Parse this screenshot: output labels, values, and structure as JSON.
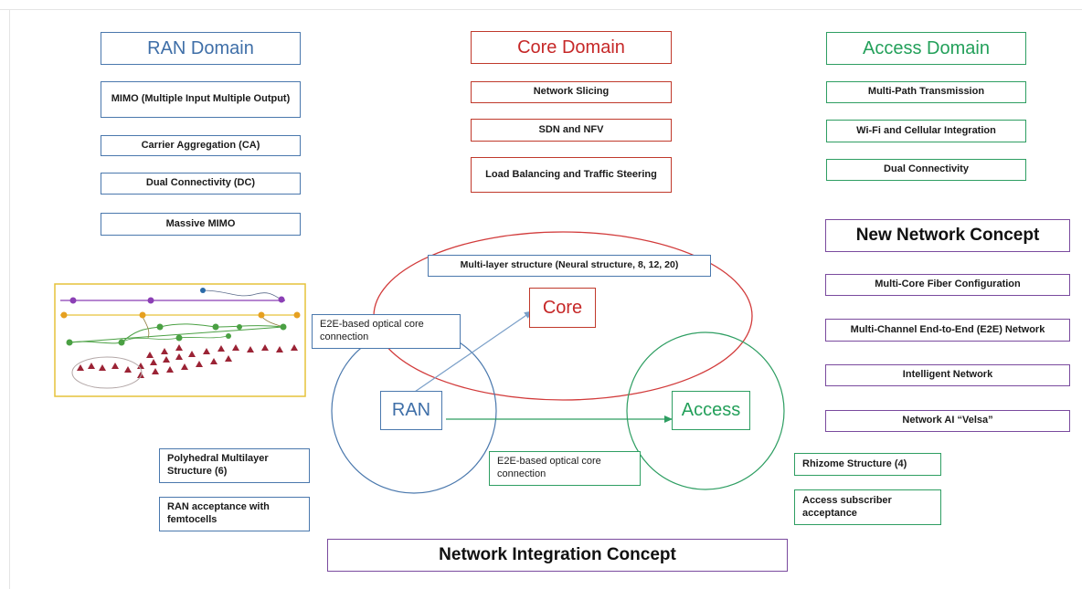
{
  "ran_domain": {
    "title": "RAN Domain",
    "items": [
      "MIMO (Multiple Input Multiple Output)",
      "Carrier Aggregation (CA)",
      "Dual Connectivity (DC)",
      "Massive MIMO"
    ]
  },
  "core_domain": {
    "title": "Core Domain",
    "items": [
      "Network Slicing",
      "SDN and NFV",
      "Load Balancing and Traffic Steering"
    ]
  },
  "access_domain": {
    "title": "Access Domain",
    "items": [
      "Multi-Path Transmission",
      "Wi-Fi and Cellular Integration",
      "Dual Connectivity"
    ]
  },
  "new_network_concept": {
    "title": "New Network Concept",
    "items": [
      "Multi-Core Fiber Configuration",
      "Multi-Channel End-to-End (E2E) Network",
      "Intelligent Network",
      "Network AI “Velsa”"
    ]
  },
  "center": {
    "multi_layer_label": "Multi-layer structure (Neural structure, 8, 12, 20)",
    "core_label": "Core",
    "ran_label": "RAN",
    "access_label": "Access",
    "e2e_upper": "E2E-based optical core connection",
    "e2e_lower": "E2E-based optical core connection"
  },
  "ran_notes": {
    "polyhedral": "Polyhedral Multilayer Structure (6)",
    "femtocells": "RAN acceptance with femtocells"
  },
  "access_notes": {
    "rhizome": "Rhizome Structure (4)",
    "subscriber": "Access subscriber acceptance"
  },
  "footer": {
    "title": "Network Integration Concept"
  },
  "colors": {
    "ran": "#4a78ad",
    "core": "#c0392b",
    "access": "#2e9e62",
    "concept": "#7a4a9e",
    "inset_border": "#e6c23a"
  }
}
